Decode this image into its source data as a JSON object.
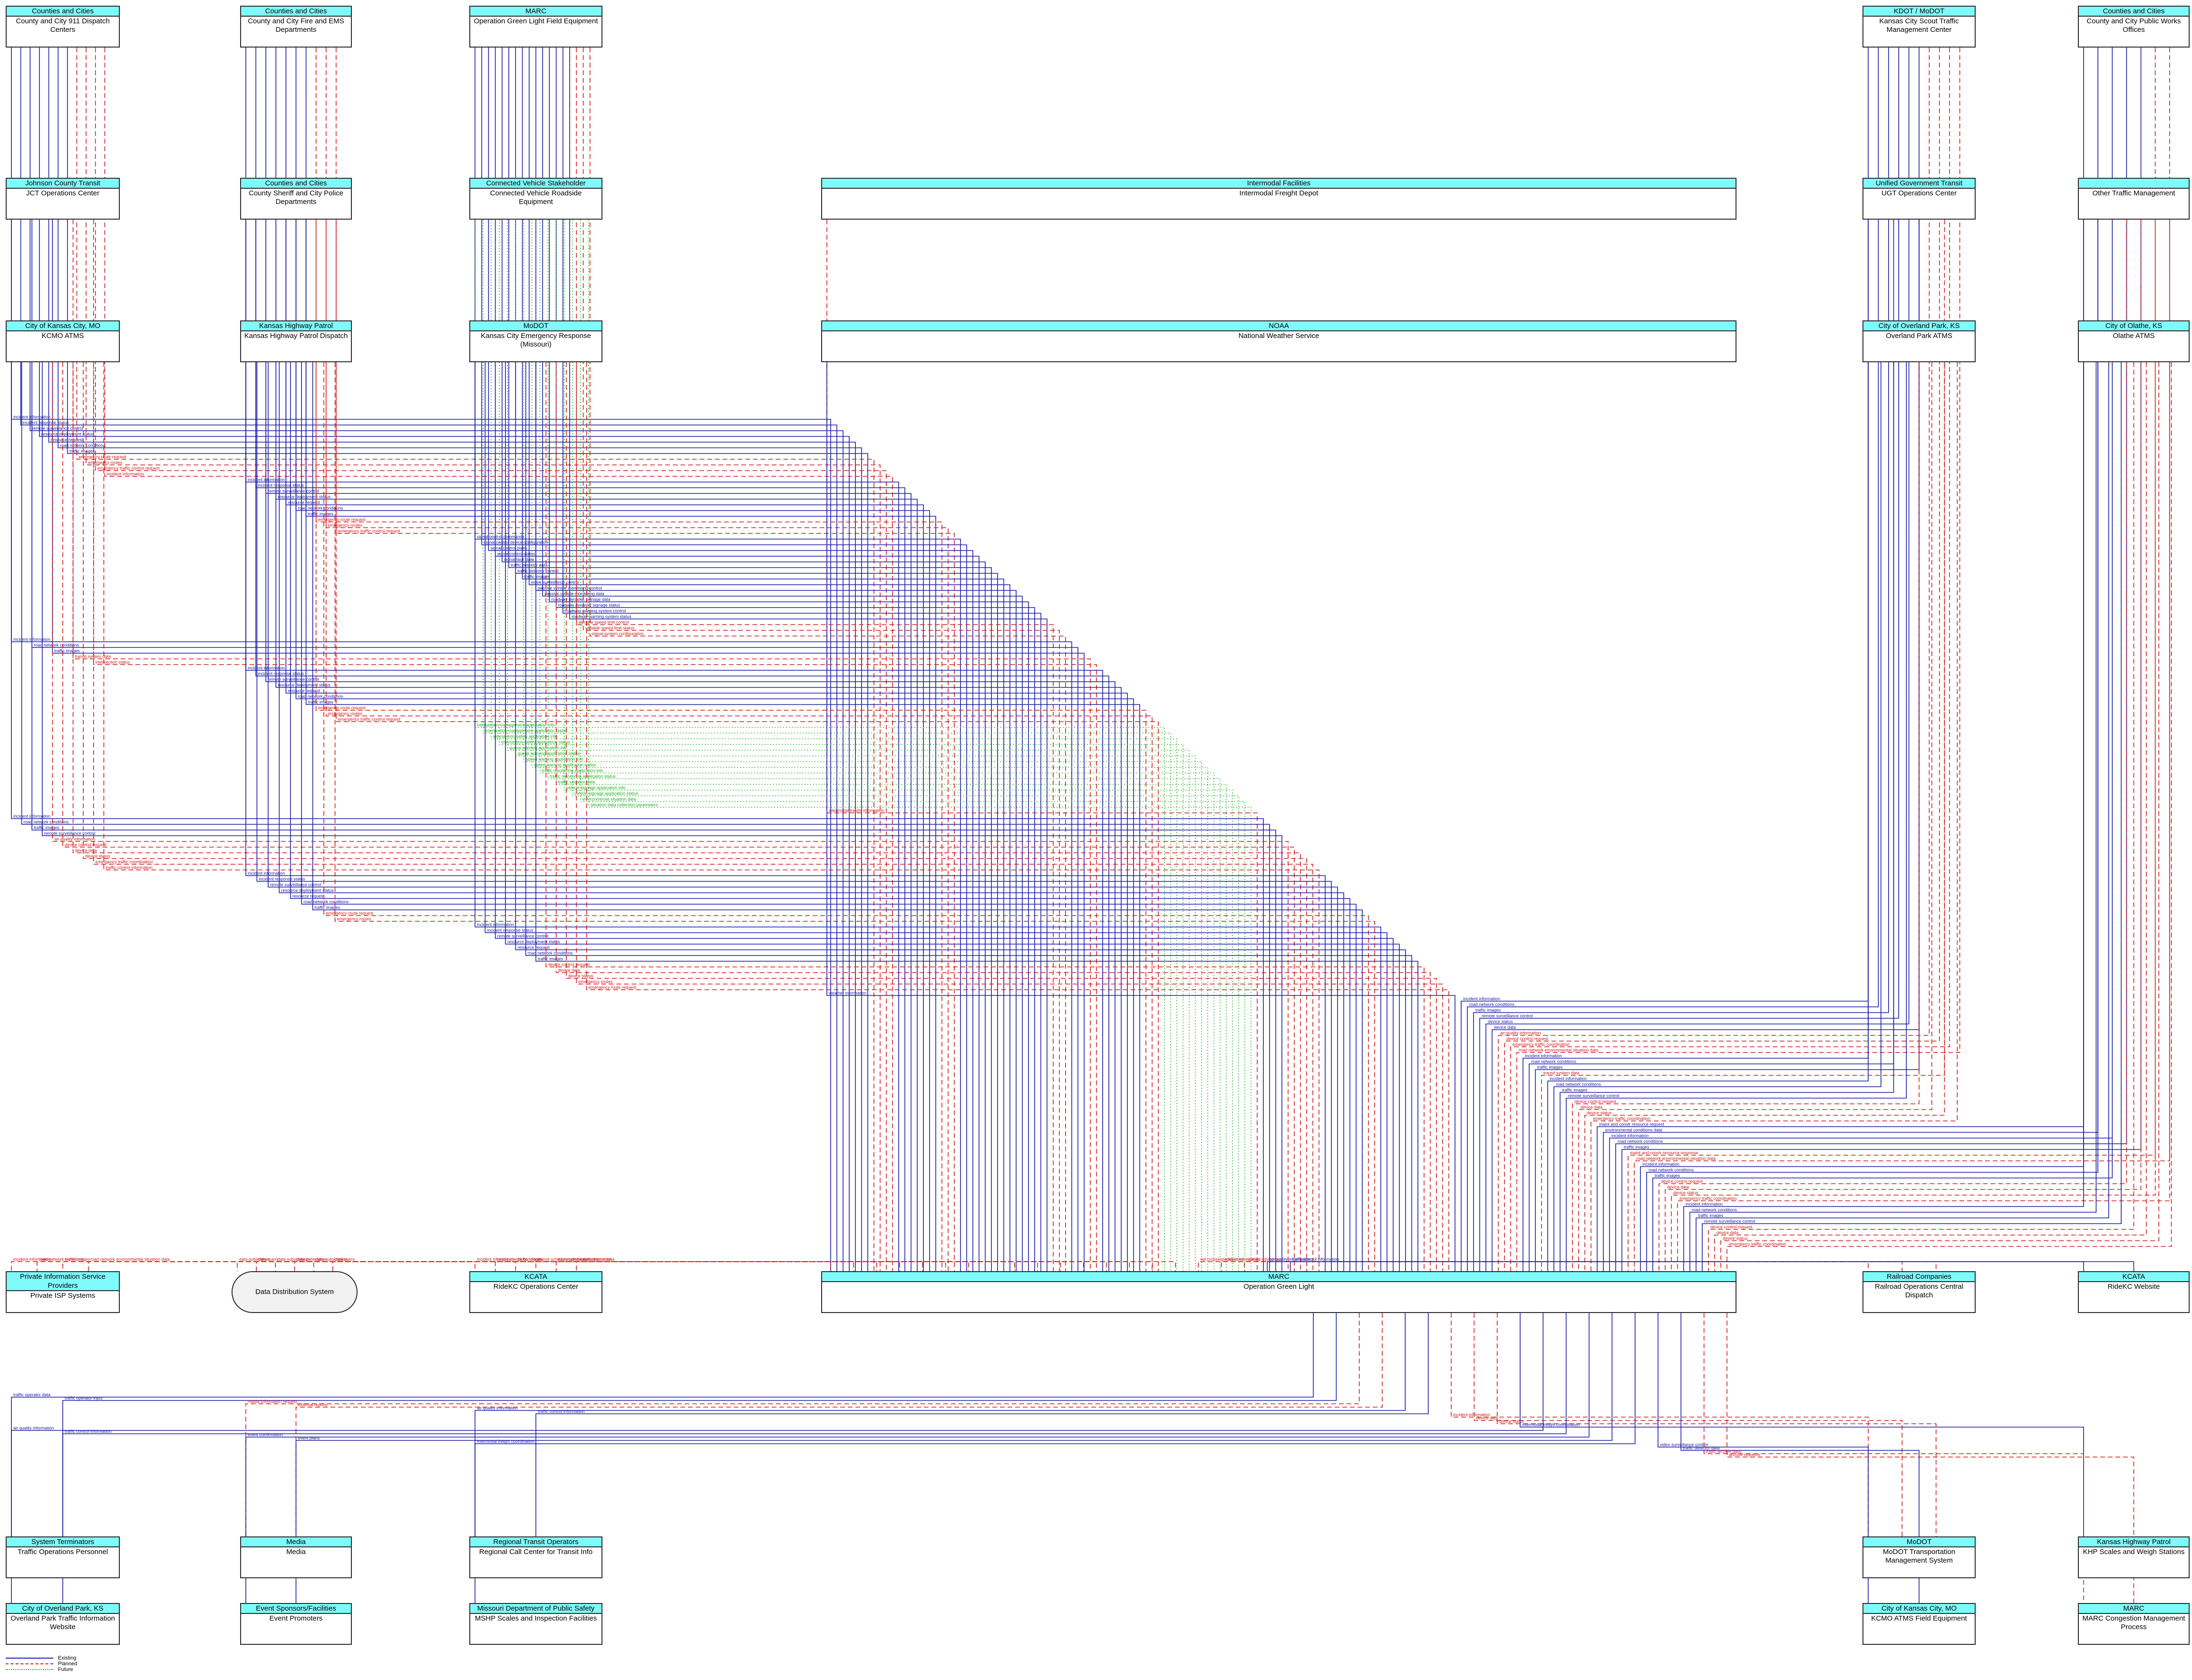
{
  "colors": {
    "existing": "#1a1aa6",
    "planned": "#d21a1a",
    "future": "#20b020",
    "header": "#7ffafa",
    "pill": "#f2f2f2"
  },
  "legend": {
    "existing": "Existing",
    "planned": "Planned",
    "future": "Future"
  },
  "hub": "OGL",
  "nodes": [
    {
      "id": "911",
      "owner": "Counties and Cities",
      "name": "County and City 911 Dispatch Centers",
      "type": "top"
    },
    {
      "id": "fire",
      "owner": "Counties and Cities",
      "name": "County and City Fire and EMS Departments",
      "type": "top"
    },
    {
      "id": "oglfe",
      "owner": "MARC",
      "name": "Operation Green Light Field Equipment",
      "type": "top"
    },
    {
      "id": "kcscout",
      "owner": "KDOT / MoDOT",
      "name": "Kansas City Scout Traffic Management Center",
      "type": "top"
    },
    {
      "id": "pubworks",
      "owner": "Counties and Cities",
      "name": "County and City Public Works Offices",
      "type": "top"
    },
    {
      "id": "jct",
      "owner": "Johnson County Transit",
      "name": "JCT Operations Center",
      "type": "top"
    },
    {
      "id": "police",
      "owner": "Counties and Cities",
      "name": "County Sheriff and City Police Departments",
      "type": "top"
    },
    {
      "id": "cvre",
      "owner": "Connected Vehicle Stakeholder",
      "name": "Connected Vehicle Roadside Equipment",
      "type": "top"
    },
    {
      "id": "ifd",
      "owner": "Intermodal Facilities",
      "name": "Intermodal Freight Depot",
      "type": "top"
    },
    {
      "id": "ugt",
      "owner": "Unified Government Transit",
      "name": "UGT Operations Center",
      "type": "top"
    },
    {
      "id": "otm",
      "owner": "",
      "name": "Other Traffic Management",
      "type": "top"
    },
    {
      "id": "kcmo",
      "owner": "City of Kansas City, MO",
      "name": "KCMO ATMS",
      "type": "top"
    },
    {
      "id": "khpd",
      "owner": "Kansas Highway Patrol",
      "name": "Kansas Highway Patrol Dispatch",
      "type": "top"
    },
    {
      "id": "modotem",
      "owner": "MoDOT",
      "name": "Kansas City Emergency Response (Missouri)",
      "type": "top"
    },
    {
      "id": "nws",
      "owner": "NOAA",
      "name": "National Weather Service",
      "type": "top"
    },
    {
      "id": "opatms",
      "owner": "City of Overland Park, KS",
      "name": "Overland Park ATMS",
      "type": "top"
    },
    {
      "id": "olathe",
      "owner": "City of Olathe, KS",
      "name": "Olathe ATMS",
      "type": "top"
    },
    {
      "id": "OGL",
      "owner": "MARC",
      "name": "Operation Green Light",
      "type": "hub"
    },
    {
      "id": "isp",
      "owner": "Private Information Service Providers",
      "name": "Private ISP Systems",
      "type": "bottom"
    },
    {
      "id": "dds",
      "owner": "",
      "name": "Data Distribution System",
      "type": "pill"
    },
    {
      "id": "ridekc",
      "owner": "KCATA",
      "name": "RideKC Operations Center",
      "type": "bottom"
    },
    {
      "id": "rrd",
      "owner": "Railroad Companies",
      "name": "Railroad Operations Central Dispatch",
      "type": "bottom"
    },
    {
      "id": "ridekcweb",
      "owner": "KCATA",
      "name": "RideKC Website",
      "type": "bottom"
    },
    {
      "id": "tops",
      "owner": "System Terminators",
      "name": "Traffic Operations Personnel",
      "type": "bottom"
    },
    {
      "id": "media",
      "owner": "Media",
      "name": "Media",
      "type": "bottom"
    },
    {
      "id": "rcc",
      "owner": "Regional Transit Operators",
      "name": "Regional Call Center for Transit Info",
      "type": "bottom"
    },
    {
      "id": "modottms",
      "owner": "MoDOT",
      "name": "MoDOT Transportation Management System",
      "type": "bottom"
    },
    {
      "id": "khpscales",
      "owner": "Kansas Highway Patrol",
      "name": "KHP Scales and Weigh Stations",
      "type": "bottom"
    },
    {
      "id": "opweb",
      "owner": "City of Overland Park, KS",
      "name": "Overland Park Traffic Information Website",
      "type": "bottom"
    },
    {
      "id": "promoters",
      "owner": "Event Sponsors/Facilities",
      "name": "Event Promoters",
      "type": "bottom"
    },
    {
      "id": "mshp",
      "owner": "Missouri Department of Public Safety",
      "name": "MSHP Scales and Inspection Facilities",
      "type": "bottom"
    },
    {
      "id": "kcmofe",
      "owner": "City of Kansas City, MO",
      "name": "KCMO ATMS Field Equipment",
      "type": "bottom"
    },
    {
      "id": "cmp",
      "owner": "MARC",
      "name": "MARC Congestion Management Process",
      "type": "bottom"
    }
  ],
  "flows": [
    {
      "node": "911",
      "status": "existing",
      "labels": [
        "incident information",
        "incident response status",
        "remote surveillance control",
        "resource deployment status",
        "resource request",
        "road network conditions",
        "traffic images"
      ]
    },
    {
      "node": "911",
      "status": "planned",
      "labels": [
        "emergency route request",
        "emergency routes",
        "emergency traffic control request",
        "incident information"
      ]
    },
    {
      "node": "fire",
      "status": "existing",
      "labels": [
        "incident information",
        "incident response status",
        "remote surveillance control",
        "resource deployment status",
        "resource request",
        "road network conditions",
        "traffic images"
      ]
    },
    {
      "node": "fire",
      "status": "planned",
      "labels": [
        "emergency route request",
        "emergency routes",
        "emergency traffic control request"
      ]
    },
    {
      "node": "oglfe",
      "status": "existing",
      "labels": [
        "signal control commands",
        "signal control device configuration",
        "signal control plans",
        "signal control status",
        "signal fault data",
        "traffic detector data",
        "traffic detector control",
        "traffic images",
        "video surveillance control",
        "passive vehicle monitoring control",
        "passive vehicle monitoring data",
        "roadway dynamic signage data",
        "roadway dynamic signage status",
        "roadway warning system control",
        "roadway warning system status"
      ]
    },
    {
      "node": "oglfe",
      "status": "planned",
      "labels": [
        "variable speed limit control",
        "variable speed limit status",
        "signal system configuration"
      ]
    },
    {
      "node": "jct",
      "status": "existing",
      "labels": [
        "incident information",
        "road network conditions",
        "traffic images"
      ]
    },
    {
      "node": "jct",
      "status": "planned",
      "labels": [
        "transit system data",
        "intersection status"
      ]
    },
    {
      "node": "police",
      "status": "existing",
      "labels": [
        "incident information",
        "incident response status",
        "remote surveillance control",
        "resource deployment status",
        "resource request",
        "road network conditions",
        "traffic images"
      ]
    },
    {
      "node": "police",
      "status": "planned",
      "labels": [
        "emergency route request",
        "emergency routes",
        "emergency traffic control request"
      ]
    },
    {
      "node": "cvre",
      "status": "future",
      "labels": [
        "intersection management application info",
        "intersection management application status",
        "intersection safety application info",
        "intersection safety application status",
        "queue warning application info",
        "queue warning application status",
        "speed warning application info",
        "speed warning application status",
        "traffic monitoring application info",
        "traffic monitoring application status",
        "traffic situation data",
        "vehicle signage application info",
        "vehicle signage application status",
        "environmental situation data",
        "situation data collection parameters"
      ]
    },
    {
      "node": "ifd",
      "status": "planned",
      "labels": [
        "intermodal freight information"
      ]
    },
    {
      "node": "kcmo",
      "status": "existing",
      "labels": [
        "incident information",
        "road network conditions",
        "traffic images",
        "remote surveillance control"
      ]
    },
    {
      "node": "kcmo",
      "status": "planned",
      "labels": [
        "air quality information",
        "device control request",
        "device data",
        "device status",
        "emergency traffic coordination",
        "traffic control information"
      ]
    },
    {
      "node": "khpd",
      "status": "existing",
      "labels": [
        "incident information",
        "incident response status",
        "remote surveillance control",
        "resource deployment status",
        "resource request",
        "road network conditions",
        "traffic images"
      ]
    },
    {
      "node": "khpd",
      "status": "planned",
      "labels": [
        "emergency route request",
        "emergency routes"
      ]
    },
    {
      "node": "modotem",
      "status": "existing",
      "labels": [
        "incident information",
        "incident response status",
        "remote surveillance control",
        "resource deployment status",
        "resource request",
        "road network conditions",
        "traffic images"
      ]
    },
    {
      "node": "modotem",
      "status": "planned",
      "labels": [
        "device control request",
        "device data",
        "device status",
        "emergency routes",
        "emergency route request"
      ]
    },
    {
      "node": "nws",
      "status": "existing",
      "labels": [
        "weather information"
      ]
    },
    {
      "node": "kcscout",
      "status": "existing",
      "labels": [
        "incident information",
        "road network conditions",
        "traffic images",
        "remote surveillance control",
        "device status",
        "device data"
      ]
    },
    {
      "node": "kcscout",
      "status": "planned",
      "labels": [
        "air quality information",
        "device control request",
        "emergency traffic coordination",
        "road network environmental situation data"
      ]
    },
    {
      "node": "ugt",
      "status": "existing",
      "labels": [
        "incident information",
        "road network conditions",
        "traffic images"
      ]
    },
    {
      "node": "ugt",
      "status": "planned",
      "labels": [
        "transit system data"
      ]
    },
    {
      "node": "opatms",
      "status": "existing",
      "labels": [
        "incident information",
        "road network conditions",
        "traffic images",
        "remote surveillance control"
      ]
    },
    {
      "node": "opatms",
      "status": "planned",
      "labels": [
        "device control request",
        "device data",
        "device status",
        "emergency traffic coordination"
      ]
    },
    {
      "node": "pubworks",
      "status": "existing",
      "labels": [
        "maint and constr resource request",
        "environmental conditions data",
        "incident information",
        "road network conditions",
        "traffic images"
      ]
    },
    {
      "node": "pubworks",
      "status": "planned",
      "labels": [
        "maint and constr resource response",
        "road network environmental situation data"
      ]
    },
    {
      "node": "otm",
      "status": "existing",
      "labels": [
        "incident information",
        "road network conditions",
        "traffic images"
      ]
    },
    {
      "node": "otm",
      "status": "planned",
      "labels": [
        "device control request",
        "device data",
        "device status",
        "emergency traffic coordination"
      ]
    },
    {
      "node": "olathe",
      "status": "existing",
      "labels": [
        "incident information",
        "road network conditions",
        "traffic images",
        "remote surveillance control"
      ]
    },
    {
      "node": "olathe",
      "status": "planned",
      "labels": [
        "device control request",
        "device data",
        "device status",
        "emergency traffic coordination"
      ]
    },
    {
      "node": "isp",
      "status": "planned",
      "labels": [
        "incident information",
        "road network conditions",
        "traffic images",
        "road network environmental situation data"
      ]
    },
    {
      "node": "dds",
      "status": "planned",
      "labels": [
        "data publication",
        "data query",
        "data subscription",
        "data publication",
        "data subscription",
        "data query"
      ]
    },
    {
      "node": "ridekc",
      "status": "planned",
      "labels": [
        "incident information",
        "road network conditions",
        "traffic images",
        "transit schedule adherence information",
        "transit probe data",
        "transit system data"
      ]
    },
    {
      "node": "rrd",
      "status": "planned",
      "labels": [
        "rail crossing advisories",
        "incident information",
        "railroad advisories"
      ]
    },
    {
      "node": "ridekcweb",
      "status": "existing",
      "labels": [
        "air quality information",
        "traffic control information"
      ]
    },
    {
      "node": "tops",
      "status": "existing",
      "labels": [
        "traffic operator data",
        "traffic operator input"
      ]
    },
    {
      "node": "media",
      "status": "planned",
      "labels": [
        "media information request",
        "external reports"
      ]
    },
    {
      "node": "rcc",
      "status": "existing",
      "labels": [
        "air quality information",
        "traffic control information"
      ]
    },
    {
      "node": "modottms",
      "status": "planned",
      "labels": [
        "incident information",
        "device data",
        "device status"
      ]
    },
    {
      "node": "khpscales",
      "status": "existing",
      "labels": [
        "intermodal freight coordination"
      ]
    },
    {
      "node": "opweb",
      "status": "existing",
      "labels": [
        "air quality information",
        "traffic control information"
      ]
    },
    {
      "node": "promoters",
      "status": "existing",
      "labels": [
        "event confirmation",
        "event plans"
      ]
    },
    {
      "node": "mshp",
      "status": "existing",
      "labels": [
        "intermodal freight coordination"
      ]
    },
    {
      "node": "kcmofe",
      "status": "existing",
      "labels": [
        "video surveillance control",
        "traffic detector data"
      ]
    },
    {
      "node": "cmp",
      "status": "planned",
      "labels": [
        "traffic archive data",
        "archive requests"
      ]
    }
  ]
}
